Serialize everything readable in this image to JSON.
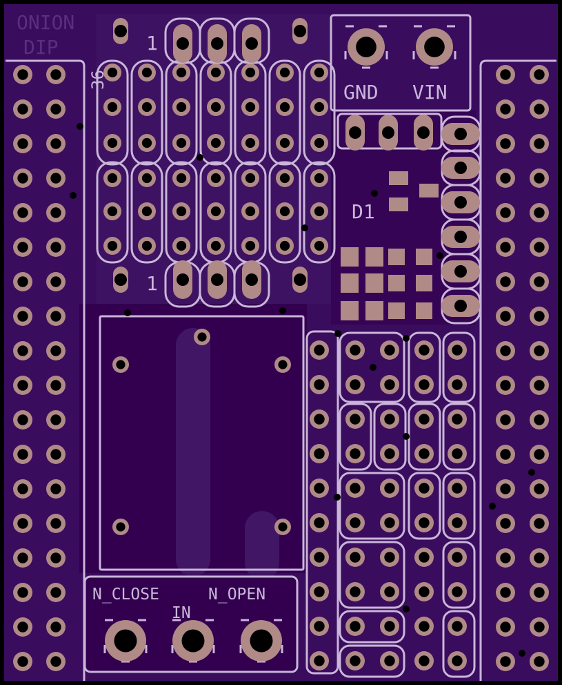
{
  "colors": {
    "board": "#3a0c5e",
    "copper_dark": "#32004f",
    "copper_light": "#411765",
    "pad": "#b08a86",
    "silk": "#c9b6d9",
    "drill": "#000000",
    "outline": "#000000"
  },
  "labels": {
    "brand_line1": "ONION",
    "brand_line2": "DIP",
    "pin36": "36",
    "pin1_top": "1",
    "pin1_bottom": "1",
    "gnd": "GND",
    "vin": "VIN",
    "d1": "D1",
    "n_close": "N_CLOSE",
    "in": "IN",
    "n_open": "N_OPEN"
  }
}
